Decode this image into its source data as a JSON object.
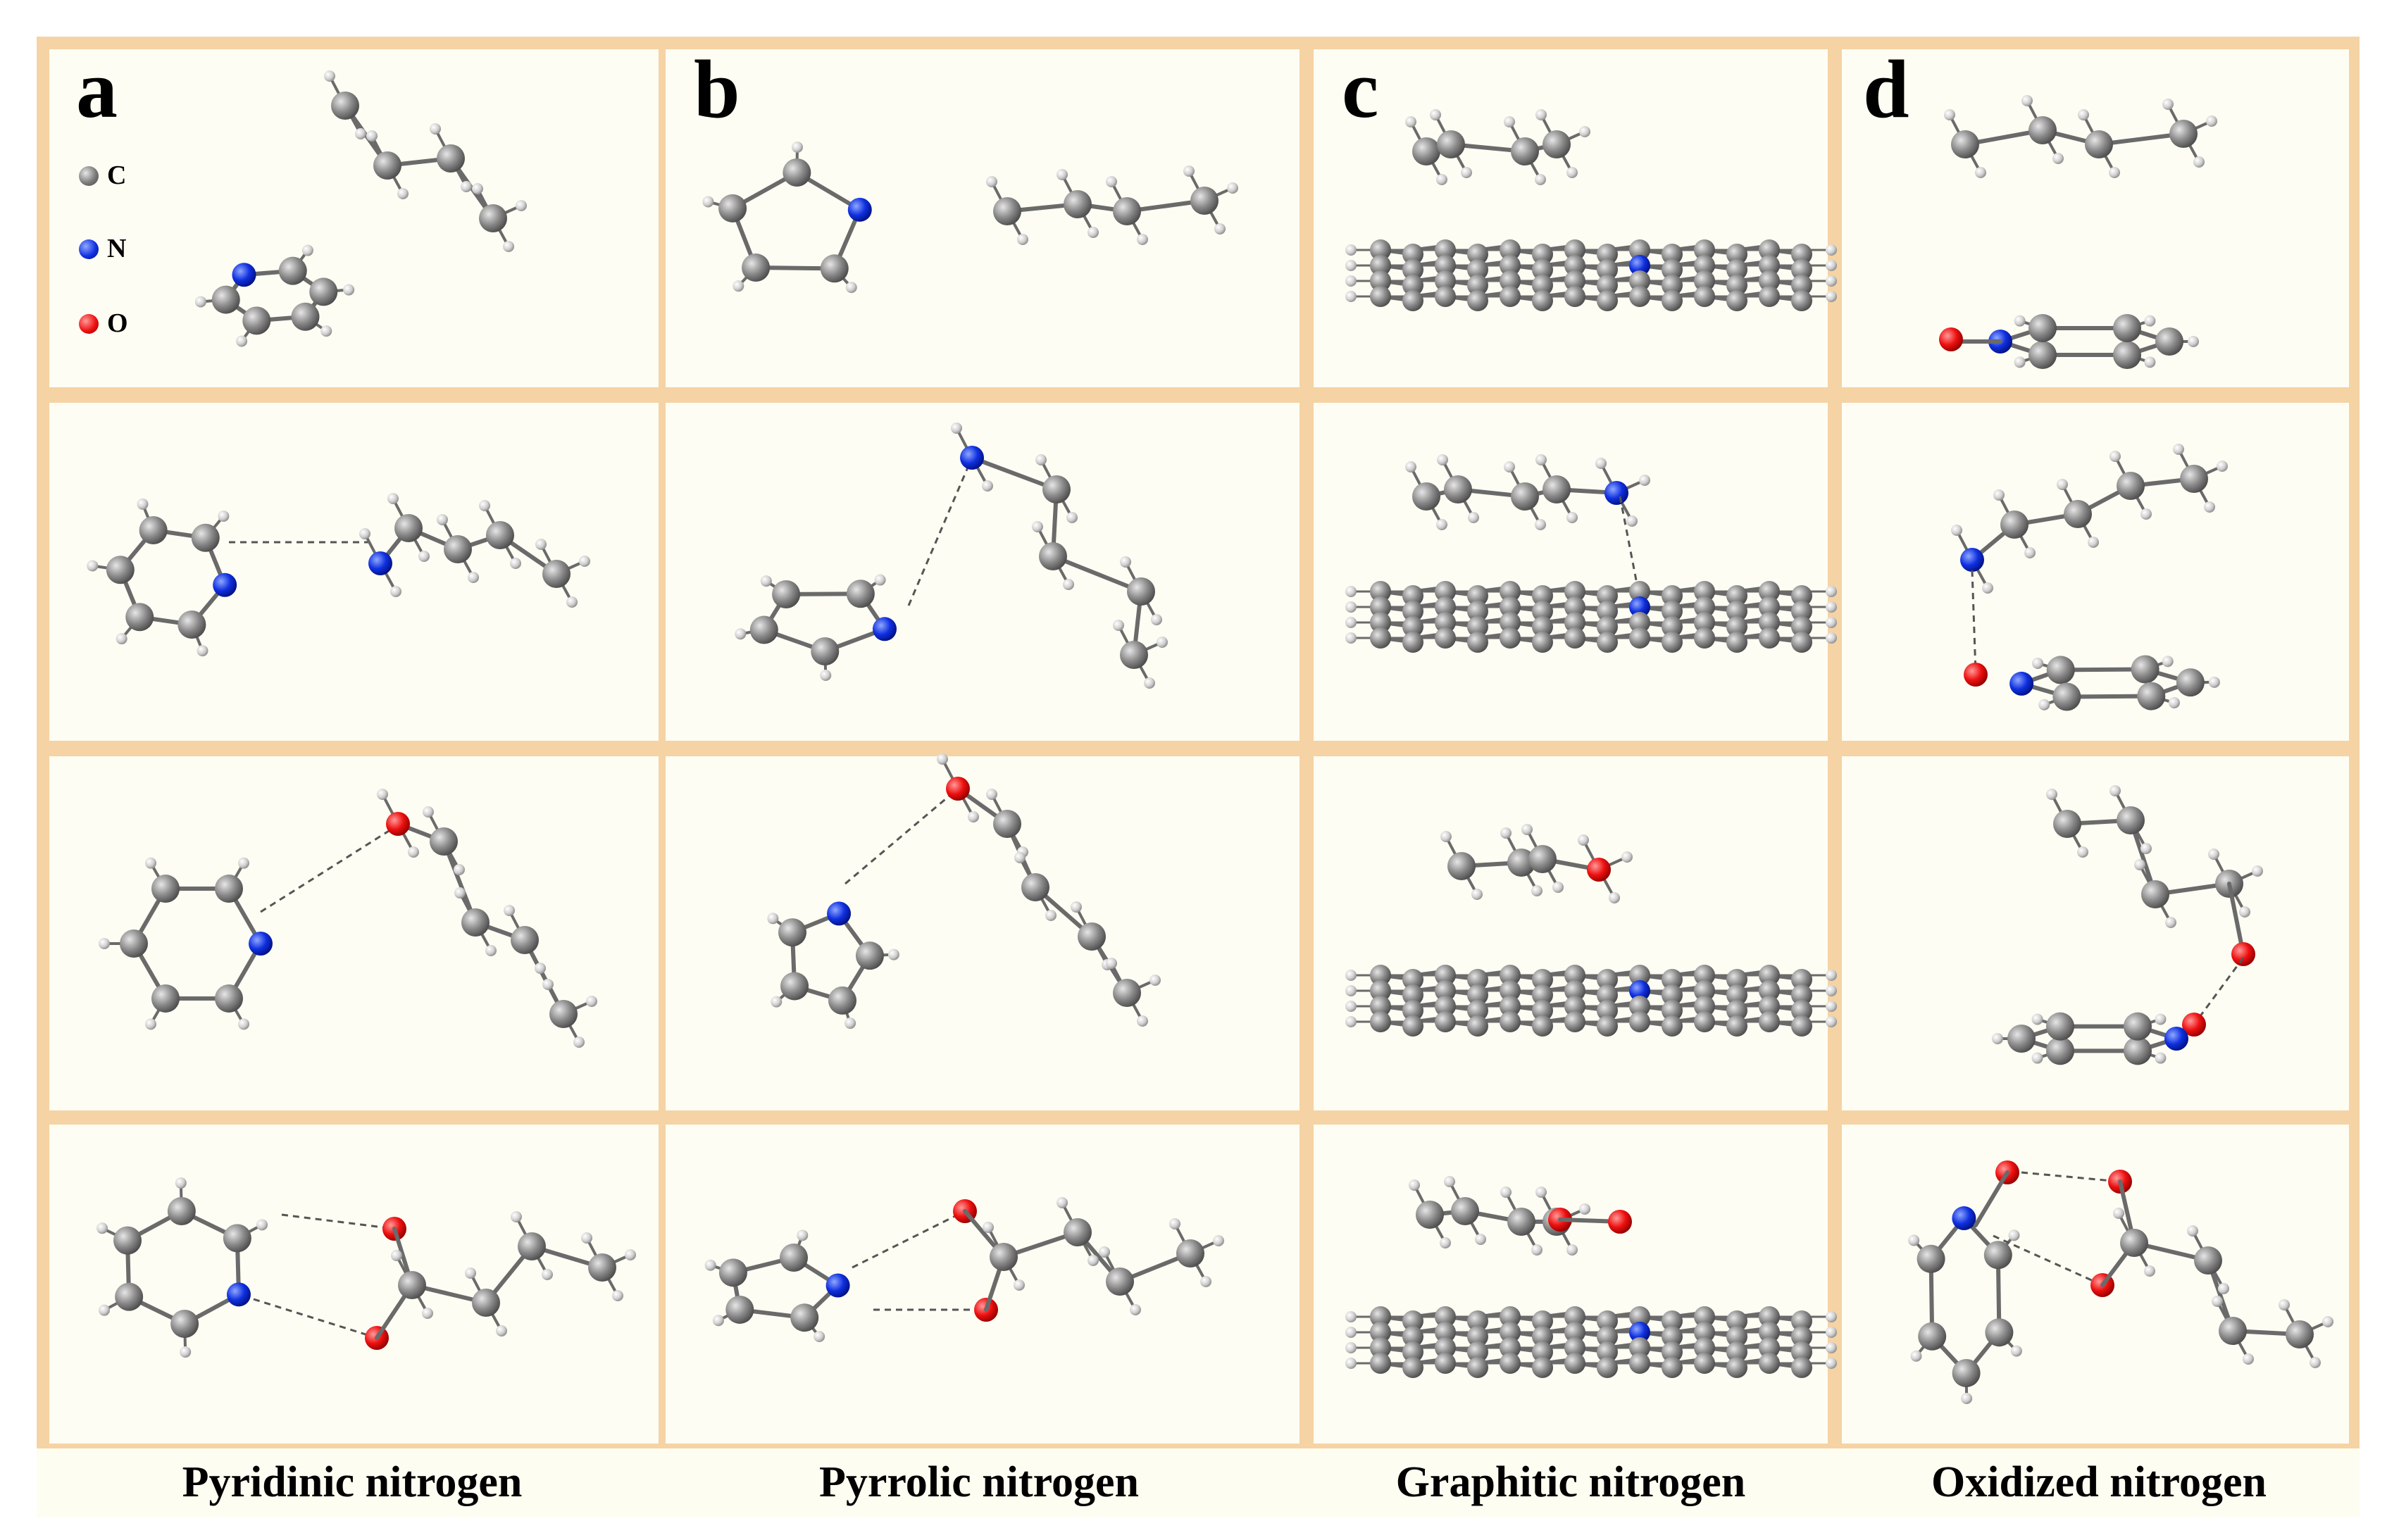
{
  "columns": [
    {
      "letter": "a",
      "caption": "Pyridinic nitrogen"
    },
    {
      "letter": "b",
      "caption": "Pyrrolic nitrogen"
    },
    {
      "letter": "c",
      "caption": "Graphitic nitrogen"
    },
    {
      "letter": "d",
      "caption": "Oxidized nitrogen"
    }
  ],
  "legend": [
    {
      "label": "C",
      "color": "#7a7a7a"
    },
    {
      "label": "N",
      "color": "#1030e0"
    },
    {
      "label": "O",
      "color": "#ee1010"
    }
  ],
  "colors": {
    "frame": "#f5d3a4",
    "cell_background": "#fdfdf5",
    "carbon": "#7a7a7a",
    "nitrogen": "#1030e0",
    "oxygen": "#ee1010",
    "hydrogen": "#c8c8c8"
  }
}
